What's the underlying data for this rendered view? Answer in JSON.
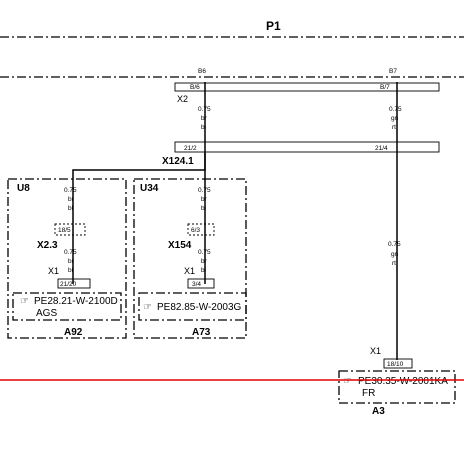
{
  "title": "P1",
  "harness": {
    "pin_b6": "B6",
    "pin_b6_sub": "B/6",
    "pin_b7": "B7",
    "pin_b7_sub": "B/7",
    "x2": "X2"
  },
  "wires": {
    "w1": {
      "size": "0.75",
      "c1": "br",
      "c2": "bl"
    },
    "w2": {
      "size": "0.75",
      "c1": "gn",
      "c2": "rt"
    },
    "w3": {
      "size": "0.75",
      "c1": "br",
      "c2": "bl"
    },
    "w4": {
      "size": "0.75",
      "c1": "br",
      "c2": "bl"
    },
    "w5": {
      "size": "0.75",
      "c1": "br",
      "c2": "bl"
    },
    "w6": {
      "size": "0.75",
      "c1": "br",
      "c2": "bl"
    },
    "w7": {
      "size": "0.75",
      "c1": "gn",
      "c2": "rt"
    }
  },
  "connector_x124": {
    "label": "X124.1",
    "pin_left": "21/2",
    "pin_right": "21/4"
  },
  "u8": {
    "label": "U8",
    "splice": "X2.3",
    "splice_pin": "18/5",
    "x1": "X1",
    "x1_pin": "21/20",
    "ref": "PE28.21-W-2100D",
    "name": "AGS",
    "module": "A92"
  },
  "u34": {
    "label": "U34",
    "splice": "X154",
    "splice_pin": "6/3",
    "x1": "X1",
    "x1_pin": "3/4",
    "ref": "PE82.85-W-2003G",
    "module": "A73"
  },
  "a3": {
    "x1": "X1",
    "x1_pin": "18/10",
    "ref": "PE30.35-W-2001KA",
    "name": "FR",
    "module": "A3"
  },
  "colors": {
    "line": "#000000",
    "marker": "#e00000"
  }
}
